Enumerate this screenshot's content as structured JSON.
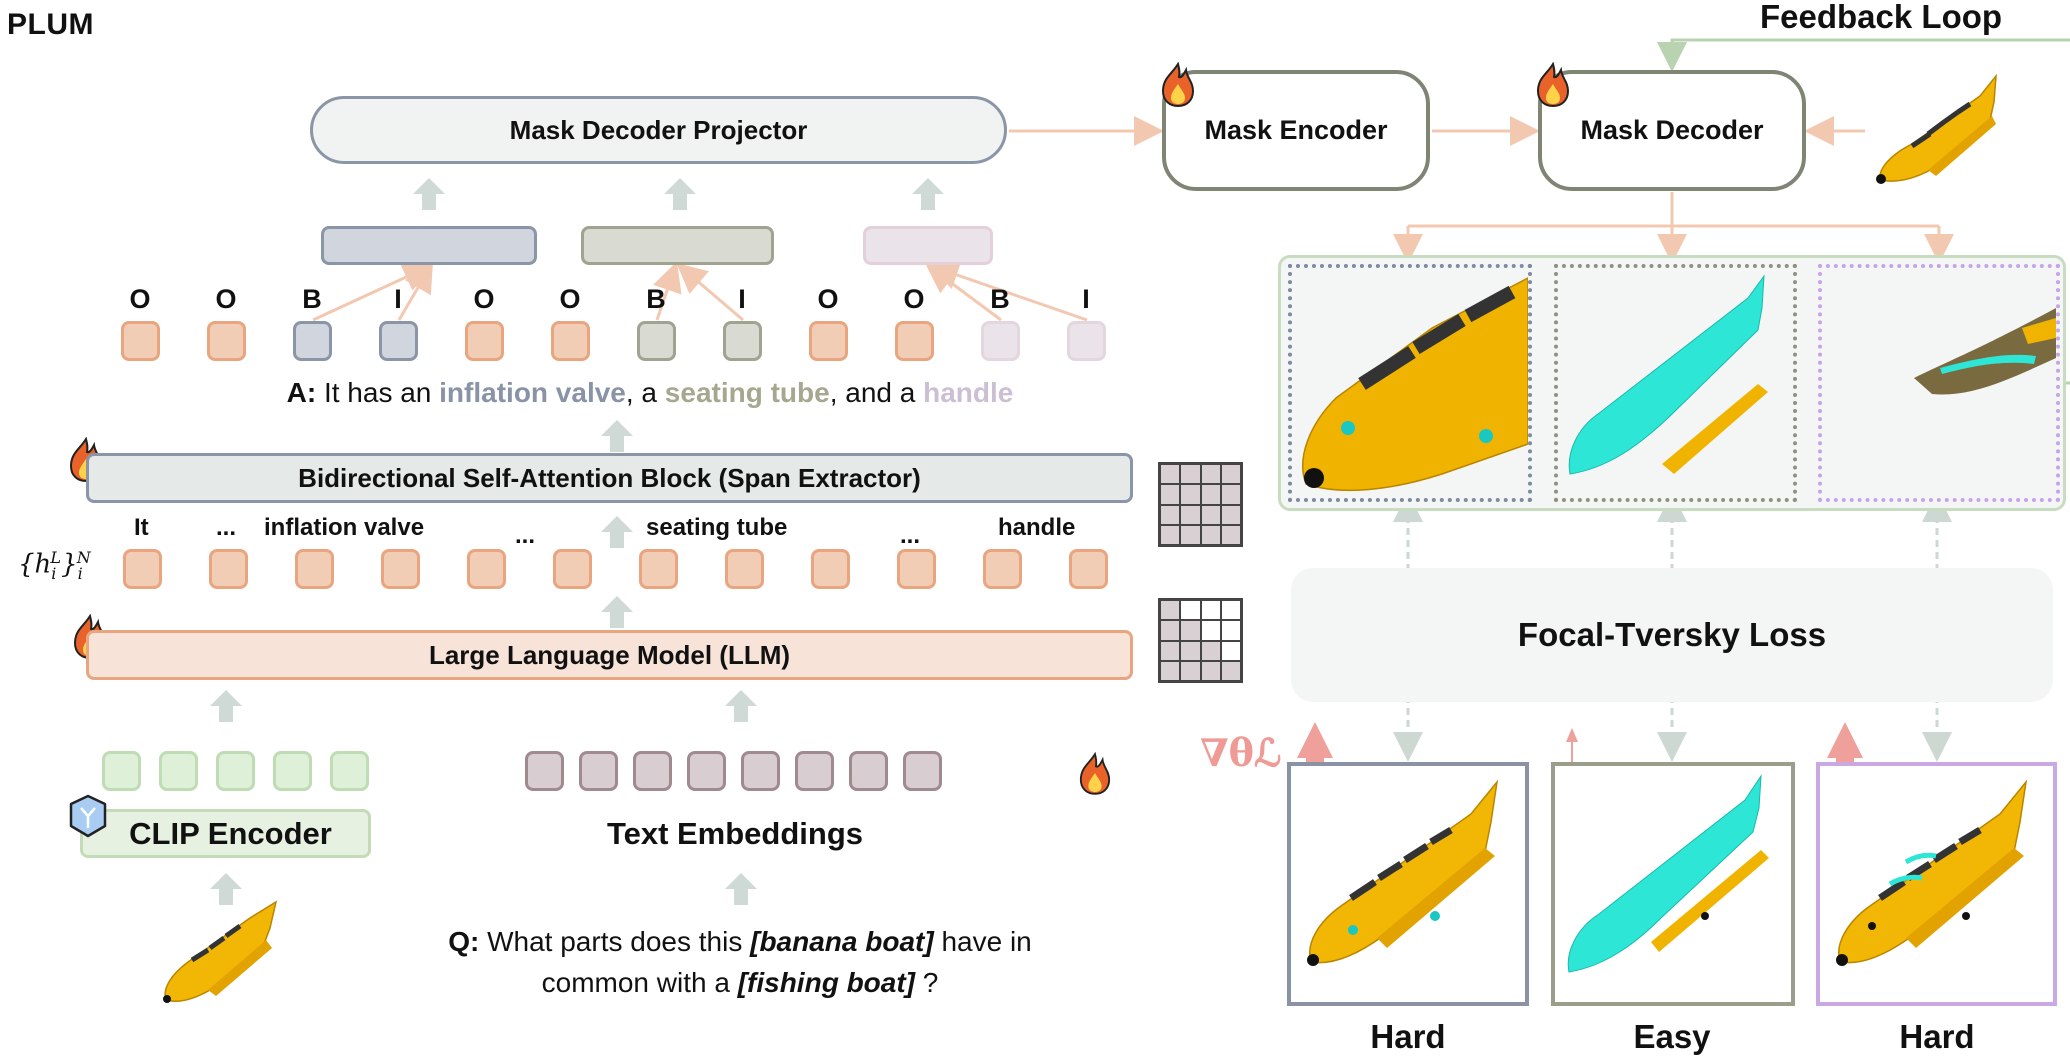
{
  "title": "PLUM",
  "feedback_loop_label": "Feedback Loop",
  "modules": {
    "mask_decoder_projector": "Mask Decoder Projector",
    "mask_encoder": "Mask Encoder",
    "mask_decoder": "Mask Decoder",
    "span_extractor": "Bidirectional Self-Attention Block (Span Extractor)",
    "llm": "Large Language Model (LLM)",
    "clip_encoder": "CLIP Encoder",
    "text_embeddings": "Text Embeddings",
    "loss": "Focal-Tversky Loss"
  },
  "bio_tags": [
    "O",
    "O",
    "B",
    "I",
    "O",
    "O",
    "B",
    "I",
    "O",
    "O",
    "B",
    "I"
  ],
  "bio_token_colors": [
    "peach",
    "peach",
    "slate",
    "slate",
    "peach",
    "peach",
    "sage",
    "sage",
    "peach",
    "peach",
    "pink",
    "pink"
  ],
  "answer": {
    "prefix": "A:",
    "text1": " It has an ",
    "part1": "inflation valve",
    "text2": ", a ",
    "part2": "seating tube",
    "text3": ", and a ",
    "part3": "handle"
  },
  "hidden_state_label": "{h_i^L}_i^N",
  "hidden_state_tokens": {
    "it": "It",
    "ellipsis": "...",
    "inflation_valve": "inflation valve",
    "seating_tube": "seating tube",
    "handle": "handle"
  },
  "question": {
    "prefix": "Q:",
    "text1": " What parts does this ",
    "obj1": "[banana boat]",
    "text2": " have in",
    "text3": "common with a ",
    "obj2": "[fishing boat]",
    "text4": " ?"
  },
  "gradient_label": "∇θℒ",
  "difficulty_labels": [
    "Hard",
    "Easy",
    "Hard"
  ],
  "icons": {
    "trainable": "fire-icon",
    "frozen": "ice-cube-icon"
  },
  "colors": {
    "peach": "#f2cdb6",
    "slate": "#d1d5de",
    "sage": "#d9dbd3",
    "pink": "#ebe3ea",
    "arrow_gray": "#cfdad6",
    "arrow_peach": "#f3c8b1",
    "gradient_red": "#ef9a95",
    "mask_cyan": "#2ee6d6"
  }
}
